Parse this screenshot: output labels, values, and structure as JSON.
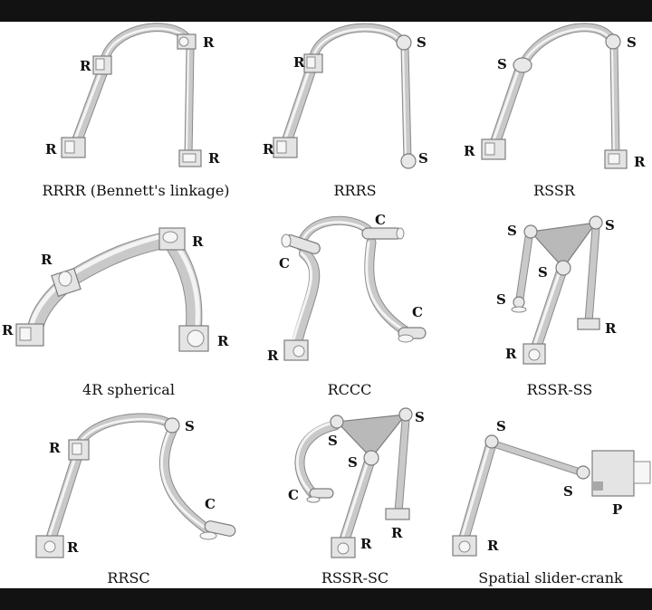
{
  "panels": [
    {
      "caption": "RRRR (Bennett's linkage)",
      "joints": [
        {
          "label": "R"
        },
        {
          "label": "R"
        },
        {
          "label": "R"
        },
        {
          "label": "R"
        }
      ]
    },
    {
      "caption": "RRRS",
      "joints": [
        {
          "label": "R"
        },
        {
          "label": "S"
        },
        {
          "label": "R"
        },
        {
          "label": "S"
        }
      ]
    },
    {
      "caption": "RSSR",
      "joints": [
        {
          "label": "S"
        },
        {
          "label": "S"
        },
        {
          "label": "R"
        },
        {
          "label": "R"
        }
      ]
    },
    {
      "caption": "4R spherical",
      "joints": [
        {
          "label": "R"
        },
        {
          "label": "R"
        },
        {
          "label": "R"
        },
        {
          "label": "R"
        }
      ]
    },
    {
      "caption": "RCCC",
      "joints": [
        {
          "label": "C"
        },
        {
          "label": "C"
        },
        {
          "label": "C"
        },
        {
          "label": "R"
        }
      ]
    },
    {
      "caption": "RSSR-SS",
      "joints": [
        {
          "label": "S"
        },
        {
          "label": "S"
        },
        {
          "label": "S"
        },
        {
          "label": "S"
        },
        {
          "label": "R"
        },
        {
          "label": "R"
        }
      ]
    },
    {
      "caption": "RRSC",
      "joints": [
        {
          "label": "R"
        },
        {
          "label": "S"
        },
        {
          "label": "C"
        },
        {
          "label": "R"
        }
      ]
    },
    {
      "caption": "RSSR-SC",
      "joints": [
        {
          "label": "S"
        },
        {
          "label": "S"
        },
        {
          "label": "S"
        },
        {
          "label": "C"
        },
        {
          "label": "R"
        },
        {
          "label": "R"
        }
      ]
    },
    {
      "caption": "Spatial slider-crank",
      "joints": [
        {
          "label": "S"
        },
        {
          "label": "S"
        },
        {
          "label": "P"
        },
        {
          "label": "R"
        }
      ]
    }
  ]
}
